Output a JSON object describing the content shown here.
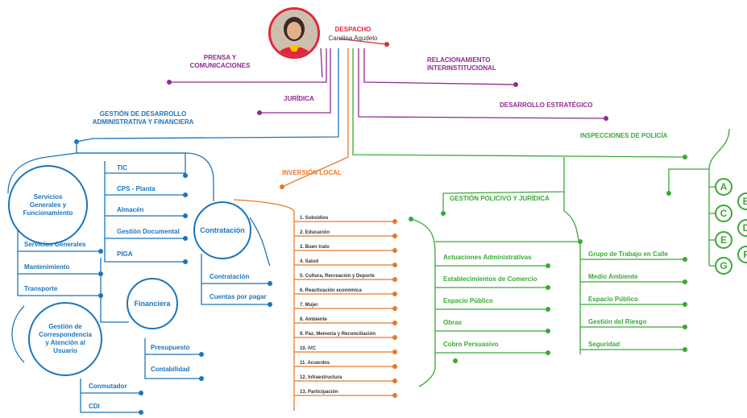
{
  "despacho": {
    "title": "DESPACHO",
    "name": "Carolina Agudelo"
  },
  "prensa": "PRENSA Y\nCOMUNICACIONES",
  "juridica": "JURÍDICA",
  "relacionamiento": "RELACIONAMIENTO\nINTERINSTITUCIONAL",
  "desarrollo": "DESARROLLO ESTRATÉGICO",
  "gestion_admin": "GESTIÓN DE DESARROLLO\nADMINISTRATIVA Y FINANCIERA",
  "inspecciones": "INSPECCIONES DE POLICÍA",
  "inversion": "INVERSIÓN LOCAL",
  "gestion_policivo": "GESTIÓN POLICIVO Y JURÍDICA",
  "servicios": {
    "bubble": "Servicios\nGenerales y\nFuncionamiento",
    "items": [
      "Servicios Generales",
      "Mantenimiento",
      "Transporte"
    ]
  },
  "tic_items": [
    "TIC",
    "CPS - Planta",
    "Almacén",
    "Gestión Documental",
    "PIGA"
  ],
  "contratacion": {
    "bubble": "Contratación",
    "items": [
      "Contratación",
      "Cuentas por pagar"
    ]
  },
  "financiera": {
    "bubble": "Financiera",
    "items": [
      "Presupuesto",
      "Contabilidad"
    ]
  },
  "correspondencia": {
    "bubble": "Gestión de\nCorrespondencia\ny Atención al\nUsuario",
    "items": [
      "Conmutador",
      "CDI"
    ]
  },
  "inversion_items": [
    "1. Subsidios",
    "2. Educación",
    "3. Buen trato",
    "4. Salud",
    "5. Cultura, Recreación y Deporte",
    "6. Reactivación económica",
    "7. Mujer",
    "8. Ambiente",
    "9. Paz, Memoria y Reconciliación",
    "10. IVC",
    "11. Acuerdos",
    "12. Infraestructura",
    "13. Participación"
  ],
  "policivo_left": [
    "Actuaciones Administrativas",
    "Establecimientos de Comercio",
    "Espacio Público",
    "Obras",
    "Cobro Persuasivo"
  ],
  "policivo_right": [
    "Grupo de Trabajo en Calle",
    "Medio Ambiente",
    "Espacio Público",
    "Gestión del Riesgo",
    "Seguridad"
  ],
  "inspection_letters": [
    "A",
    "B",
    "C",
    "D",
    "E",
    "F",
    "G"
  ],
  "colors": {
    "blue": "#1b75bc",
    "purple": "#8e2b8f",
    "orange": "#e8782a",
    "green": "#39a935",
    "red": "#e3263b"
  }
}
